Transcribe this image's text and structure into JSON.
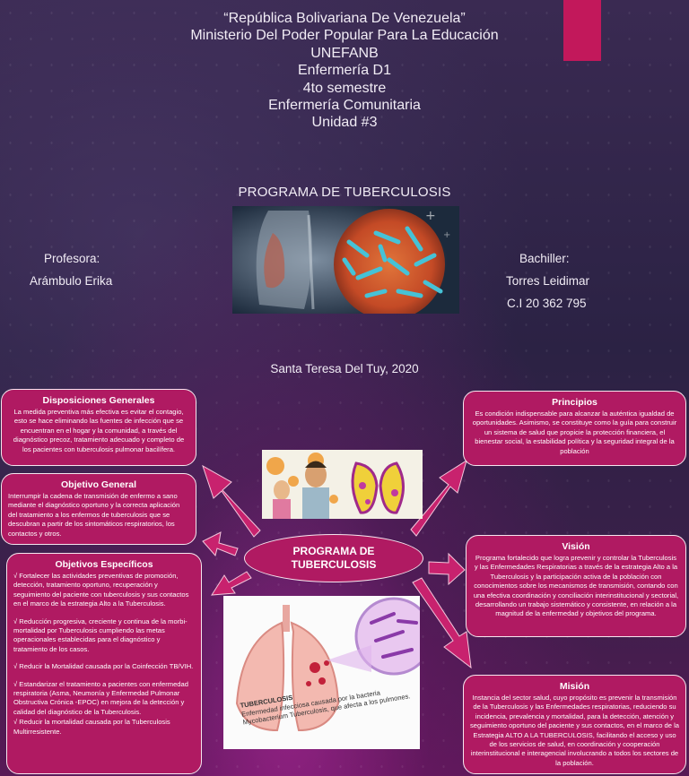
{
  "header": {
    "lines": [
      "“República Bolivariana De Venezuela”",
      "Ministerio Del Poder Popular Para La Educación",
      "UNEFANB",
      "Enfermería D1",
      "4to semestre",
      "Enfermería Comunitaria",
      "Unidad #3"
    ]
  },
  "title": "PROGRAMA DE TUBERCULOSIS",
  "profesora": {
    "label": "Profesora:",
    "name": "Arámbulo Erika"
  },
  "bachiller": {
    "label": "Bachiller:",
    "name": "Torres Leidimar",
    "ci": "C.I 20 362 795"
  },
  "place_date": "Santa Teresa Del Tuy, 2020",
  "center_label": "PROGRAMA DE\nTUBERCULOSIS",
  "boxes": {
    "disposiciones": {
      "title": "Disposiciones Generales",
      "text": "La medida preventiva más efectiva es evitar el contagio, esto se hace eliminando las fuentes de infección que se encuentran en el hogar y la comunidad, a través del diagnóstico precoz, tratamiento adecuado y completo de los pacientes con tuberculosis pulmonar bacilífera."
    },
    "objetivo_general": {
      "title": "Objetivo General",
      "text": "Interrumpir la cadena de transmisión de enfermo a sano mediante el diagnóstico oportuno y la correcta aplicación del tratamiento a los enfermos de tuberculosis que se descubran a partir de los sintomáticos respiratorios, los contactos y otros."
    },
    "objetivos_especificos": {
      "title": "Objetivos Específicos",
      "items": [
        "√ Fortalecer las actividades preventivas de promoción, detección, tratamiento oportuno, recuperación y seguimiento del paciente con tuberculosis y sus contactos en el marco de la estrategia Alto a la Tuberculosis.",
        " √ Reducción progresiva, creciente y continua de la morbi-mortalidad por Tuberculosis cumpliendo las metas operacionales establecidas para el diagnóstico y tratamiento de los casos.",
        "√ Reducir la Mortalidad causada por la Coinfección TB/VIH.",
        "√ Estandarizar el tratamiento a pacientes con enfermedad respiratoria (Asma, Neumonía y Enfermedad Pulmonar Obstructiva Crónica -EPOC) en mejora de la detección y calidad del diagnóstico de la Tuberculosis.",
        "√ Reducir la mortalidad causada por la Tuberculosis Multirresistente."
      ]
    },
    "principios": {
      "title": "Principios",
      "text": "Es condición indispensable para alcanzar la auténtica igualdad de oportunidades. Asimismo, se constituye como la guía para construir un sistema de salud que propicie la protección financiera, el bienestar social, la estabilidad política y la seguridad integral de la población"
    },
    "vision": {
      "title": "Visión",
      "text": "Programa fortalecido que logra prevenir y controlar la Tuberculosis y las Enfermedades Respiratorias a través de la estrategia Alto a la Tuberculosis y la participación activa de la población con conocimientos sobre los mecanismos de transmisión, contando con una efectiva coordinación y conciliación interinstitucional y sectorial, desarrollando un trabajo sistemático y consistente, en relación a la magnitud de la enfermedad y objetivos del programa."
    },
    "mision": {
      "title": "Misión",
      "text": "Instancia del sector salud, cuyo propósito es prevenir la transmisión de la Tuberculosis y las Enfermedades respiratorias, reduciendo su incidencia, prevalencia y mortalidad, para la detección, atención y seguimiento oportuno del paciente y sus contactos, en el marco de la Estrategia ALTO A LA TUBERCULOSIS, facilitando el acceso y uso de los servicios de salud, en coordinación y cooperación interinstitucional e interagencial involucrando a todos los sectores de la población."
    }
  },
  "lung_image": {
    "caption_title": "TUBERCULOSIS",
    "caption_text": "Enfermedad infecciosa causada por la bacteria Mycobacterium Tuberculosis, que afecta a los pulmones."
  },
  "colors": {
    "box": "#b01a62",
    "accent": "#c2185b",
    "border": "#f6e6ef"
  }
}
